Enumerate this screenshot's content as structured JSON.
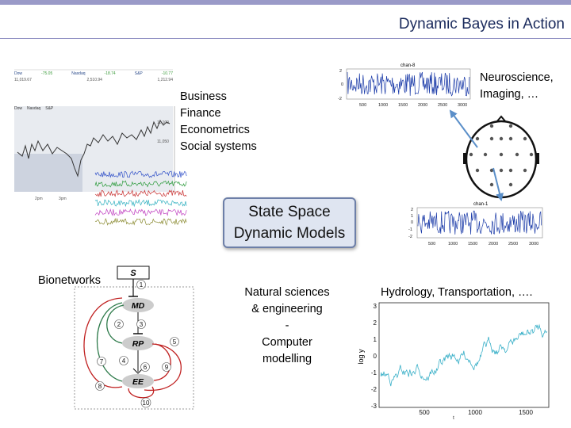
{
  "slide": {
    "title": "Dynamic Bayes in Action",
    "center_box": [
      "State Space",
      "Dynamic Models"
    ],
    "labels": {
      "finance": [
        "Business",
        "Finance",
        "Econometrics",
        "Social systems"
      ],
      "neuro": [
        "Neuroscience,",
        "Imaging, …"
      ],
      "bio": "Bionetworks",
      "natural": [
        "Natural sciences",
        "& engineering",
        "-",
        "Computer",
        "modelling"
      ],
      "hydro": "Hydrology, Transportation, …."
    }
  },
  "stock_panel": {
    "index_names": [
      "Dow",
      "Nasdaq",
      "S&P"
    ],
    "index_values": [
      "11,019.67",
      "2,510.94",
      "1,212.94"
    ],
    "index_changes": [
      "-75.05",
      "-18.74",
      "-10.77"
    ],
    "tabs": [
      "Dow",
      "Nasdaq",
      "S&P"
    ],
    "price_labels": [
      "11,100",
      "11,050"
    ],
    "time_labels": [
      "2pm",
      "3pm"
    ]
  },
  "eeg_panel": {
    "top_title": "chan-8",
    "bottom_title": "chan-1",
    "x_ticks": [
      "500",
      "1000",
      "1500",
      "2000",
      "2500",
      "3000"
    ],
    "y_ticks": [
      "2",
      "1",
      "0",
      "-1",
      "-2"
    ]
  },
  "network": {
    "nodes": [
      "S",
      "MD",
      "RP",
      "EE"
    ],
    "edge_numbers": [
      "1",
      "2",
      "3",
      "4",
      "5",
      "6",
      "7",
      "8",
      "9",
      "10"
    ]
  },
  "hydro_chart": {
    "ylabel": "log y",
    "y_ticks": [
      "3",
      "2",
      "1",
      "0",
      "-1",
      "-2",
      "-3"
    ],
    "x_ticks": [
      "500",
      "1000",
      "1500"
    ],
    "xlabel": "t"
  },
  "colors": {
    "title": "#1a2a5c",
    "box_fill": "#dfe5f1",
    "box_border": "#6d7fa8",
    "arrow": "#5b8fc9"
  }
}
